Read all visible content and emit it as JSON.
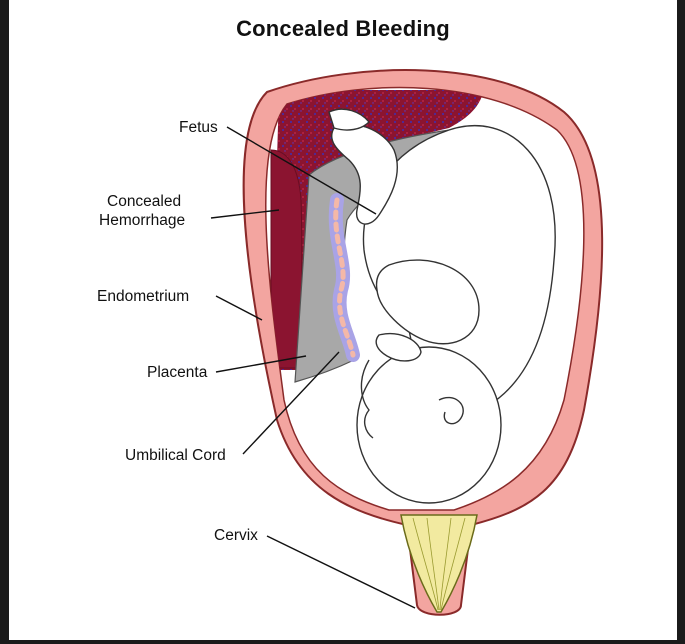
{
  "title": "Concealed Bleeding",
  "labels": {
    "fetus": "Fetus",
    "concealed_hemorrhage_line1": "Concealed",
    "concealed_hemorrhage_line2": "Hemorrhage",
    "endometrium": "Endometrium",
    "placenta": "Placenta",
    "umbilical_cord": "Umbilical Cord",
    "cervix": "Cervix"
  },
  "colors": {
    "uterine_wall": "#f3a5a0",
    "hemorrhage": "#8b1430",
    "placenta": "#a8a8a8",
    "cervical_mucus": "#f2eaa0",
    "cord": "#a9a3e6"
  }
}
